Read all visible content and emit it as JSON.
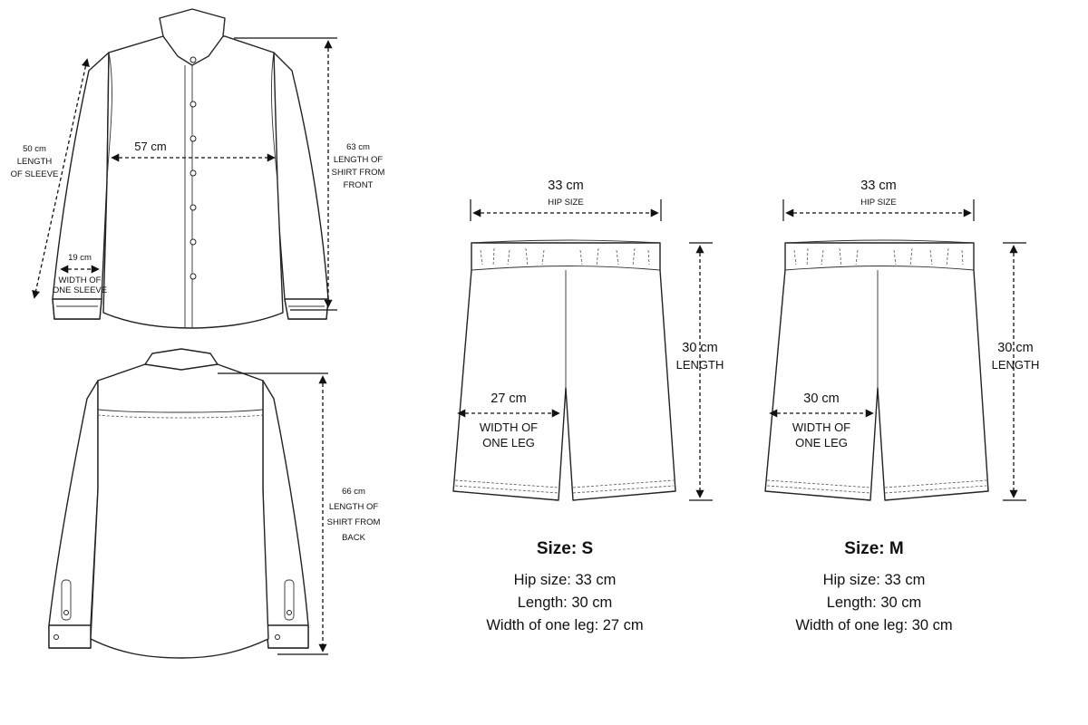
{
  "shirt": {
    "front": {
      "sleeve_length": {
        "value": "50 cm",
        "label_line1": "LENGTH",
        "label_line2": "OF SLEEVE"
      },
      "chest_width": {
        "value": "57 cm"
      },
      "sleeve_width": {
        "value": "19 cm",
        "label_line1": "WIDTH OF",
        "label_line2": "ONE SLEEVE"
      },
      "front_length": {
        "value": "63 cm",
        "label_line1": "LENGTH OF",
        "label_line2": "SHIRT FROM",
        "label_line3": "FRONT"
      }
    },
    "back": {
      "back_length": {
        "value": "66 cm",
        "label_line1": "LENGTH OF",
        "label_line2": "SHIRT FROM",
        "label_line3": "BACK"
      }
    }
  },
  "shorts": [
    {
      "hip": {
        "value": "33 cm",
        "label": "HIP SIZE"
      },
      "length": {
        "value": "30 cm",
        "label": "LENGTH"
      },
      "leg": {
        "value": "27 cm",
        "label_line1": "WIDTH OF",
        "label_line2": "ONE LEG"
      },
      "title": "Size: S",
      "lines": [
        "Hip size: 33 cm",
        "Length: 30 cm",
        "Width of one leg: 27 cm"
      ]
    },
    {
      "hip": {
        "value": "33 cm",
        "label": "HIP SIZE"
      },
      "length": {
        "value": "30 cm",
        "label": "LENGTH"
      },
      "leg": {
        "value": "30 cm",
        "label_line1": "WIDTH OF",
        "label_line2": "ONE LEG"
      },
      "title": "Size: M",
      "lines": [
        "Hip size: 33 cm",
        "Length: 30 cm",
        "Width of one leg: 30 cm"
      ]
    }
  ]
}
